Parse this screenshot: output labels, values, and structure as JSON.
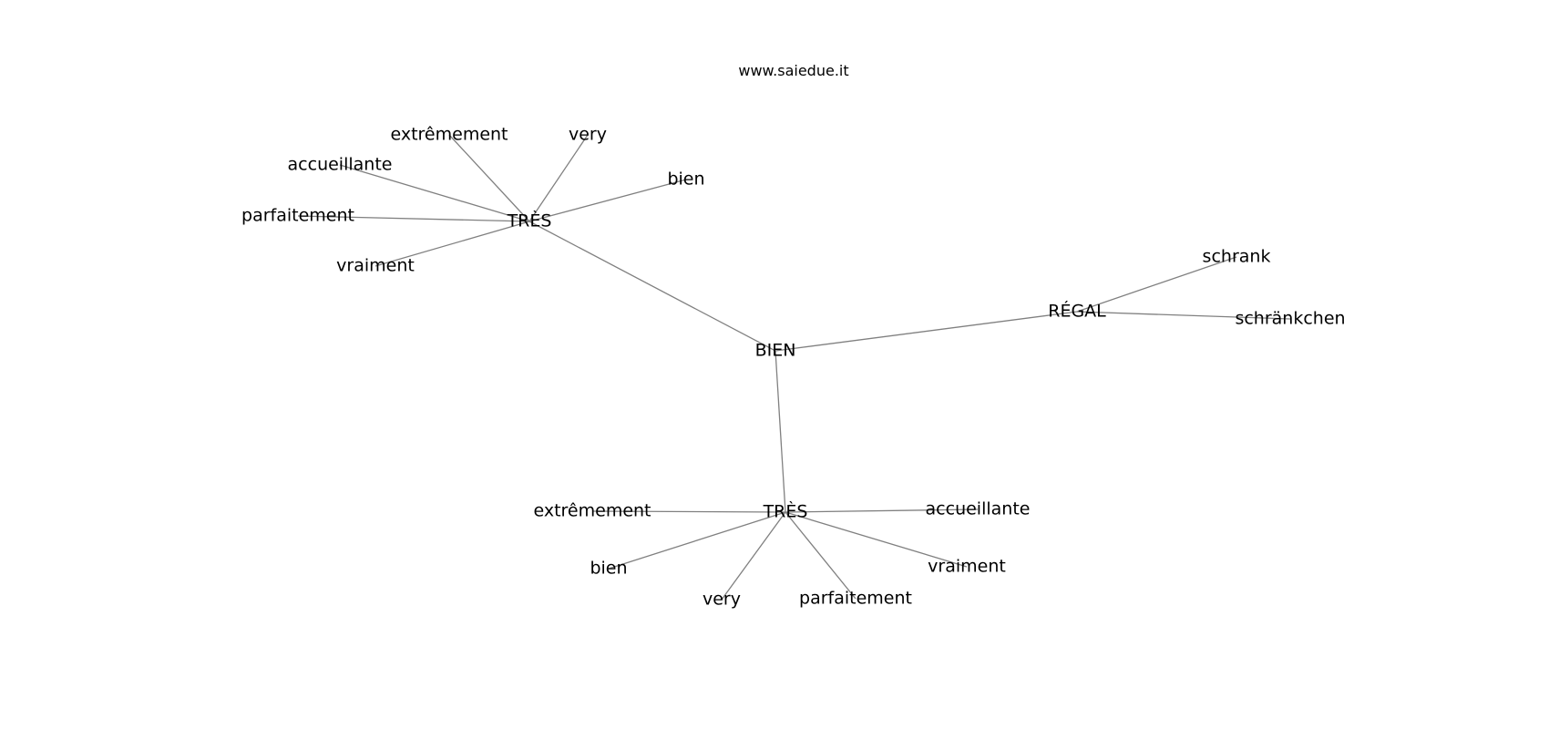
{
  "website": "www.saiedue.it",
  "edge_color": "#808080",
  "nodes": [
    {
      "id": "bien_root",
      "label": "BIEN"
    },
    {
      "id": "tres_top",
      "label": "TRÈS"
    },
    {
      "id": "regal",
      "label": "RÉGAL"
    },
    {
      "id": "tres_bottom",
      "label": "TRÈS"
    },
    {
      "id": "t1_extremement",
      "label": "extrêmement"
    },
    {
      "id": "t1_very",
      "label": "very"
    },
    {
      "id": "t1_accueillante",
      "label": "accueillante"
    },
    {
      "id": "t1_bien",
      "label": "bien"
    },
    {
      "id": "t1_parfaitement",
      "label": "parfaitement"
    },
    {
      "id": "t1_vraiment",
      "label": "vraiment"
    },
    {
      "id": "r_schrank",
      "label": "schrank"
    },
    {
      "id": "r_schraenkchen",
      "label": "schränkchen"
    },
    {
      "id": "t2_extremement",
      "label": "extrêmement"
    },
    {
      "id": "t2_accueillante",
      "label": "accueillante"
    },
    {
      "id": "t2_bien",
      "label": "bien"
    },
    {
      "id": "t2_vraiment",
      "label": "vraiment"
    },
    {
      "id": "t2_very",
      "label": "very"
    },
    {
      "id": "t2_parfaitement",
      "label": "parfaitement"
    }
  ],
  "edges": [
    [
      "bien_root",
      "tres_top"
    ],
    [
      "bien_root",
      "regal"
    ],
    [
      "bien_root",
      "tres_bottom"
    ],
    [
      "tres_top",
      "t1_extremement"
    ],
    [
      "tres_top",
      "t1_very"
    ],
    [
      "tres_top",
      "t1_accueillante"
    ],
    [
      "tres_top",
      "t1_bien"
    ],
    [
      "tres_top",
      "t1_parfaitement"
    ],
    [
      "tres_top",
      "t1_vraiment"
    ],
    [
      "regal",
      "r_schrank"
    ],
    [
      "regal",
      "r_schraenkchen"
    ],
    [
      "tres_bottom",
      "t2_extremement"
    ],
    [
      "tres_bottom",
      "t2_accueillante"
    ],
    [
      "tres_bottom",
      "t2_bien"
    ],
    [
      "tres_bottom",
      "t2_vraiment"
    ],
    [
      "tres_bottom",
      "t2_very"
    ],
    [
      "tres_bottom",
      "t2_parfaitement"
    ]
  ]
}
